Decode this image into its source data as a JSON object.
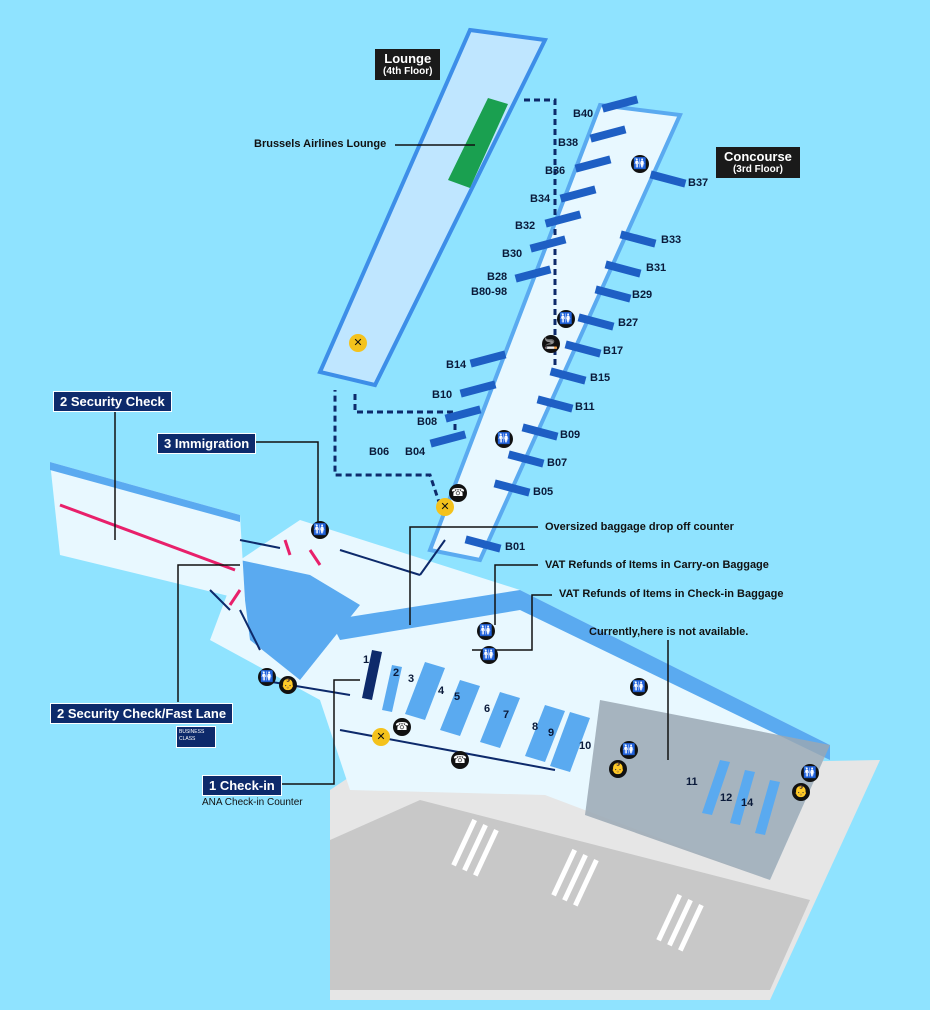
{
  "labels": {
    "lounge": {
      "main": "Lounge",
      "sub": "(4th Floor)"
    },
    "concourse": {
      "main": "Concourse",
      "sub": "(3rd Floor)"
    },
    "brussels_lounge": "Brussels Airlines Lounge",
    "security_check": "2 Security Check",
    "immigration": "3 Immigration",
    "security_fast": "2 Security Check/Fast Lane",
    "checkin": "1 Check-in",
    "ana_counter": "ANA Check-in Counter",
    "oversized": "Oversized baggage drop off counter",
    "vat_carry": "VAT Refunds of Items in Carry-on Baggage",
    "vat_checkin": "VAT Refunds of Items in Check-in Baggage",
    "not_available": "Currently,here is not available.",
    "business_class": "BUSINESS CLASS"
  },
  "gates_left": [
    "B40",
    "B38",
    "B36",
    "B34",
    "B32",
    "B30",
    "B28",
    "B80-98",
    "B14",
    "B10",
    "B08",
    "B06",
    "B04"
  ],
  "gates_right": [
    "B37",
    "B33",
    "B31",
    "B29",
    "B27",
    "B17",
    "B15",
    "B11",
    "B09",
    "B07",
    "B05",
    "B01"
  ],
  "counters": [
    "1",
    "2",
    "3",
    "4",
    "5",
    "6",
    "7",
    "8",
    "9",
    "10",
    "11",
    "12",
    "14"
  ],
  "colors": {
    "sky": "#8fe3ff",
    "floor": "#e8f8ff",
    "wall": "#5aaaf0",
    "gate": "#1e5fc4",
    "lounge": "#1aa050",
    "navy": "#0d2a6b",
    "security": "#e8206b"
  },
  "icons": [
    "restroom-icon",
    "baby-care-icon",
    "smoking-icon",
    "no-entry-icon",
    "phone-icon"
  ]
}
